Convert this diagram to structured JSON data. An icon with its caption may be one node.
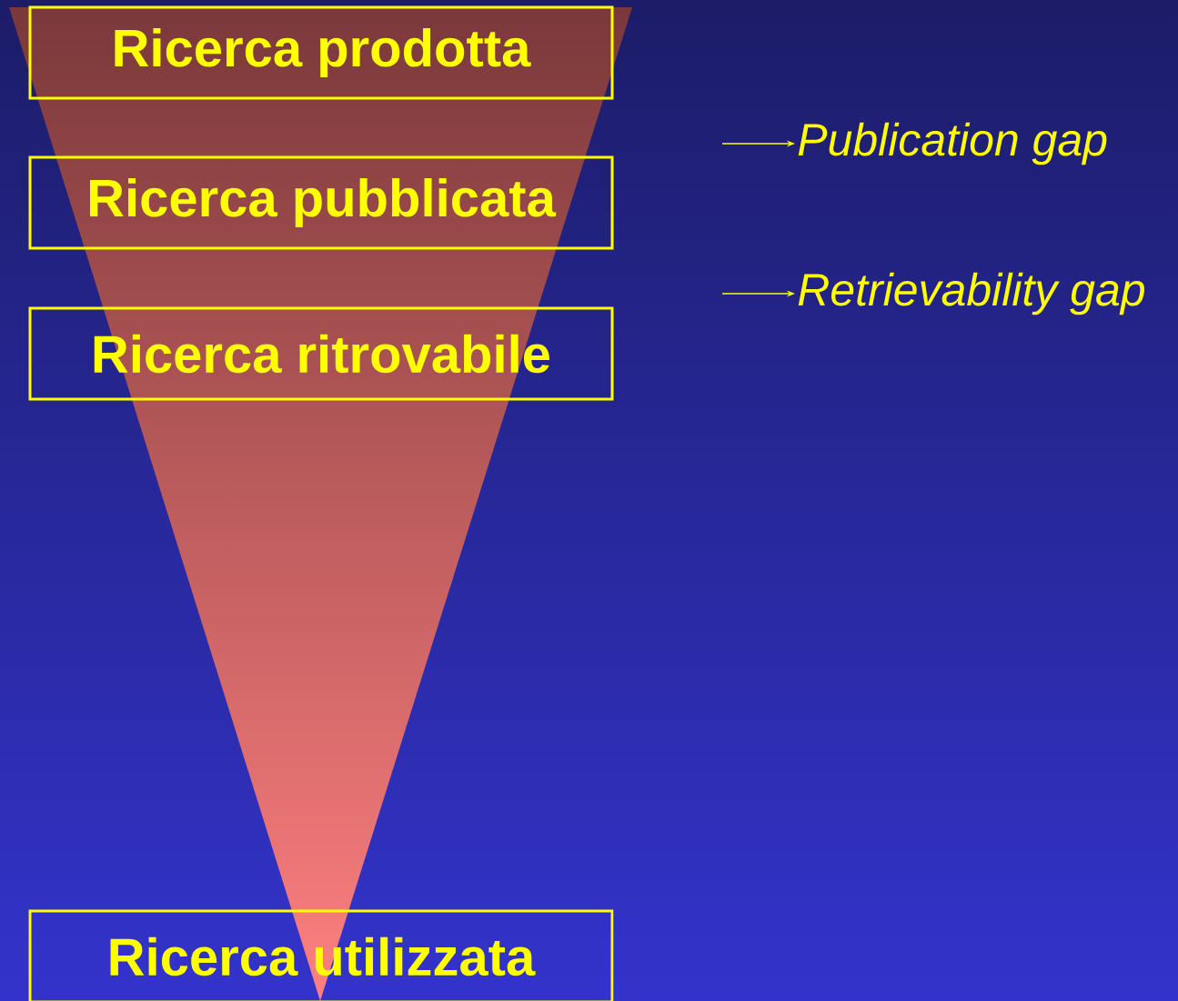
{
  "diagram": {
    "nodes": [
      {
        "text": [
          "Ricerca prodotta"
        ]
      },
      {
        "text": [
          "Ricerca pubblicata"
        ]
      },
      {
        "text": [
          "Ricerca ritrovabile"
        ]
      },
      {
        "text": [
          "Ricerca utilizzata"
        ]
      },
      {
        "text": [
          "Publication gap"
        ]
      },
      {
        "text": [
          "Retrievability gap"
        ]
      }
    ],
    "edges": [
      {
        "from": null,
        "to": 4,
        "arrow": "to"
      },
      {
        "from": null,
        "to": 5,
        "arrow": "to"
      }
    ]
  }
}
